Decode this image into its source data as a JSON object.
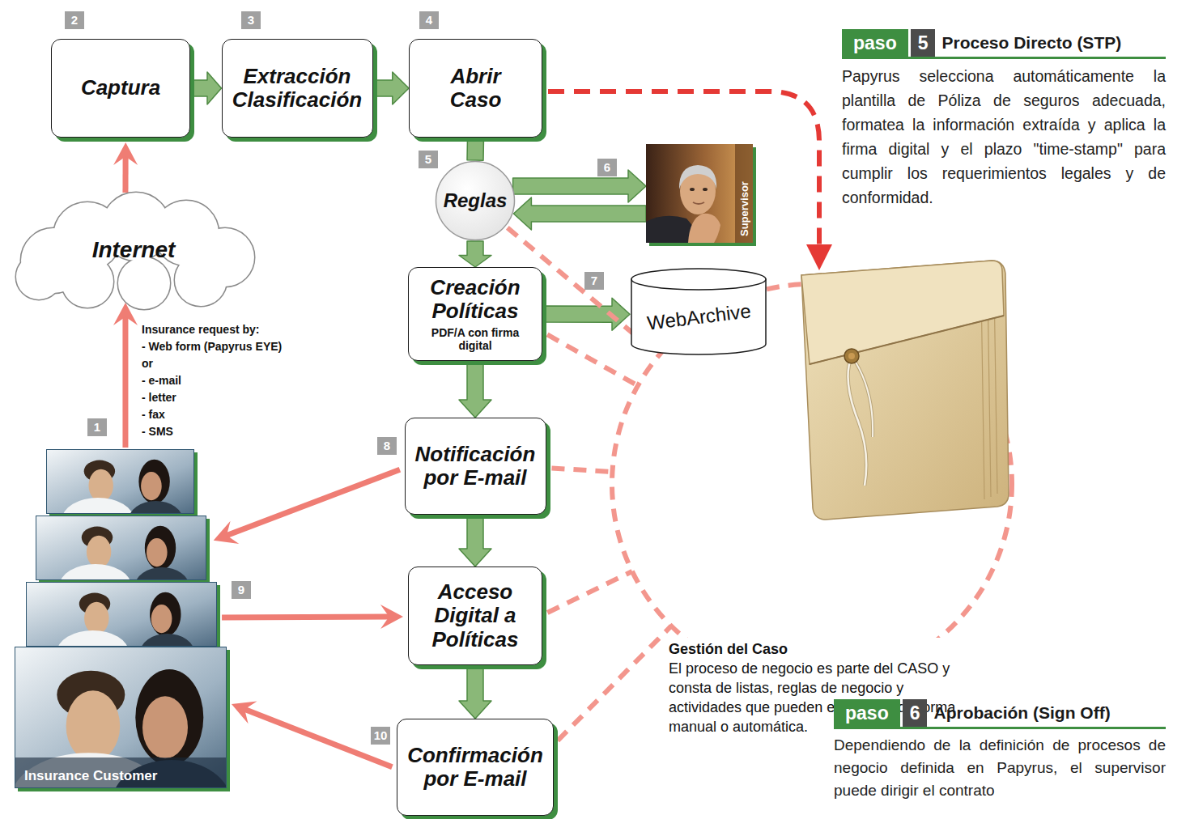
{
  "diagram": {
    "nodes": [
      {
        "text": [
          "Captura"
        ]
      },
      {
        "text": [
          "Extracción Clasificación"
        ]
      },
      {
        "text": [
          "Abrir Caso"
        ]
      },
      {
        "text": [
          "paso",
          "5",
          "Proceso Directo (STP)",
          "Papyrus selecciona automáticamente la plantilla de Póliza de seguros adecuada, formatea la información extraída y aplica la firma digital y el plazo \"time-stamp\" para cumplir los requerimientos legales y de conformidad."
        ]
      },
      {
        "text": [
          "Reglas"
        ]
      },
      {
        "text": [
          "Supervisor"
        ]
      },
      {
        "text": [
          "Internet"
        ]
      },
      {
        "text": [
          "Creación Políticas",
          "PDF/A con firma digital"
        ]
      },
      {
        "text": [
          "WebArchive"
        ]
      },
      {
        "text": [
          "Notificación por E-mail"
        ]
      },
      {
        "text": [
          "Gestión del Caso",
          "El proceso de negocio es parte del CASO y consta de listas, reglas de negocio y actividades que pueden ejecutarse de forma manual o automática."
        ]
      },
      {
        "text": [
          "Insurance Customer"
        ]
      },
      {
        "text": [
          "Acceso Digital a Políticas"
        ]
      },
      {
        "text": [
          "paso",
          "6",
          "Aprobación (Sign Off)",
          "Dependiendo de la definición de procesos de negocio definida en Papyrus, el supervisor puede dirigir el contrato"
        ]
      },
      {
        "text": [
          "Confirmación por E-mail"
        ]
      }
    ],
    "edges": [
      {
        "from": 11,
        "to": 6,
        "arrow": "to"
      },
      {
        "from": 6,
        "to": 0,
        "arrow": "to"
      },
      {
        "from": 0,
        "to": 1,
        "arrow": "to"
      },
      {
        "from": 1,
        "to": 2,
        "arrow": "to"
      },
      {
        "from": 2,
        "to": 4,
        "arrow": "none"
      },
      {
        "from": 4,
        "to": 5,
        "arrow": "to"
      },
      {
        "from": 5,
        "to": 4,
        "arrow": "to"
      },
      {
        "from": 4,
        "to": 7,
        "arrow": "to"
      },
      {
        "from": 7,
        "to": 8,
        "arrow": "to"
      },
      {
        "from": 7,
        "to": 9,
        "arrow": "to"
      },
      {
        "from": 9,
        "to": 11,
        "arrow": "to"
      },
      {
        "from": 9,
        "to": 12,
        "arrow": "to"
      },
      {
        "from": 11,
        "to": 12,
        "arrow": "to"
      },
      {
        "from": 12,
        "to": 14,
        "arrow": "to"
      },
      {
        "from": 14,
        "to": 11,
        "arrow": "to"
      },
      {
        "from": 4,
        "to": 10,
        "arrow": "none"
      },
      {
        "from": 7,
        "to": 10,
        "arrow": "none"
      },
      {
        "from": 9,
        "to": 10,
        "arrow": "none"
      },
      {
        "from": 12,
        "to": 10,
        "arrow": "none"
      },
      {
        "from": 14,
        "to": 10,
        "arrow": "none"
      }
    ],
    "labels": [
      "1",
      "2",
      "3",
      "4",
      "5",
      "6",
      "7",
      "8",
      "9",
      "10",
      "Insurance request by:",
      "- Web form (Papyrus EYE)",
      "or",
      "- e-mail",
      "- letter",
      "- fax",
      "- SMS"
    ]
  }
}
